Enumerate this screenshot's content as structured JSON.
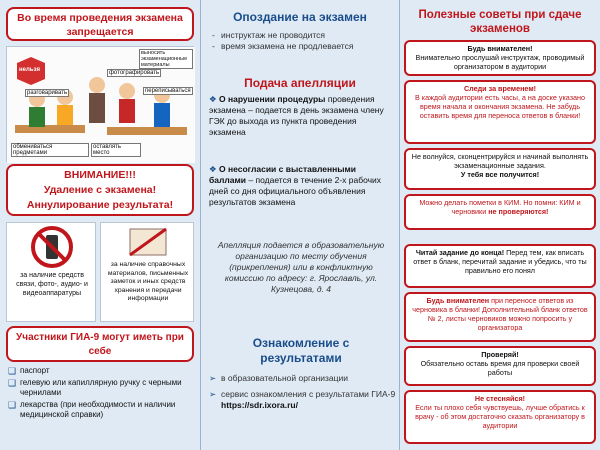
{
  "left": {
    "forbidden_title": "Во время проведения экзамена запрещается",
    "illustration": {
      "stop_sign": "нельзя",
      "talking": "разговаривать",
      "photographing": "фотографировать",
      "rewriting": "переписываться",
      "exchange": "обмениваться предметами",
      "leave": "оставлять место",
      "materials": "выносить экзаменационные материалы"
    },
    "warning": {
      "title": "ВНИМАНИЕ!!!",
      "line2": "Удаление с экзамена!",
      "line3": "Аннулирование результата!"
    },
    "item1": "за наличие средств связи, фото-, аудио- и видеоаппаратуры",
    "item2": "за наличие справочных материалов, письменных заметок и иных средств хранения и передачи информации",
    "participants_title": "Участники ГИА-9 могут иметь при себе",
    "allowed": [
      "паспорт",
      "гелевую или капиллярную ручку с черными чернилами",
      "лекарства (при необходимости и наличии медицинской справки)"
    ]
  },
  "middle": {
    "late_title": "Опоздание на экзамен",
    "late_items": [
      "инструктаж не проводится",
      "время экзамена не продлевается"
    ],
    "appeal_title": "Подача апелляции",
    "appeal1_bold": "О нарушении процедуры",
    "appeal1_text": "проведения экзамена – подается в день экзамена члену ГЭК до выхода из пункта проведения экзамена",
    "appeal2_bold": "О несогласии с выставленными баллами",
    "appeal2_text": "– подается в течение 2-х рабочих дней со дня официального объявления результатов экзамена",
    "appeal_note": "Апелляция подается в образовательную организацию по месту обучения (прикрепления) или в конфликтную комиссию по адресу: г. Ярославль, ул. Кузнецова, д. 4",
    "results_title": "Ознакомление с результатами",
    "results_items": [
      "в образовательной организации",
      "сервис ознакомления с результатами ГИА-9"
    ],
    "results_url": "https://sdr.ixora.ru/"
  },
  "right": {
    "tips_title": "Полезные советы при сдаче экзаменов",
    "tip1_head": "Будь внимателен!",
    "tip1_text": "Внимательно прослушай инструктаж, проводимый организатором в аудитории",
    "tip2_head": "Следи за временем!",
    "tip2_text": "В каждой аудитории есть часы, а на доске указано время начала и окончания экзамена. Не забудь оставить время для переноса ответов в бланки!",
    "tip3_text": "Не волнуйся, сконцентрируйся и начинай выполнять экзаменационные задания.",
    "tip3_bold": "У тебя все получится!",
    "tip4_text": "Можно делать пометки в КИМ. Но помни: КИМ и черновики",
    "tip4_bold": "не проверяются!",
    "tip5_head": "Читай задание до конца!",
    "tip5_text": "Перед тем, как вписать ответ в бланк, перечитай задание и убедись, что ты правильно его понял",
    "tip6_head": "Будь внимателен",
    "tip6_text": "при переносе ответов из черновика в бланки! Дополнительный бланк ответов № 2, листы черновиков можно попросить у организатора",
    "tip7_head": "Проверяй!",
    "tip7_text": "Обязательно оставь время для проверки своей работы",
    "tip8_head": "Не стесняйся!",
    "tip8_text": "Если ты плохо себя чувствуешь, лучше обратись к врачу - об этом достаточно сказать организатору в аудитории"
  }
}
